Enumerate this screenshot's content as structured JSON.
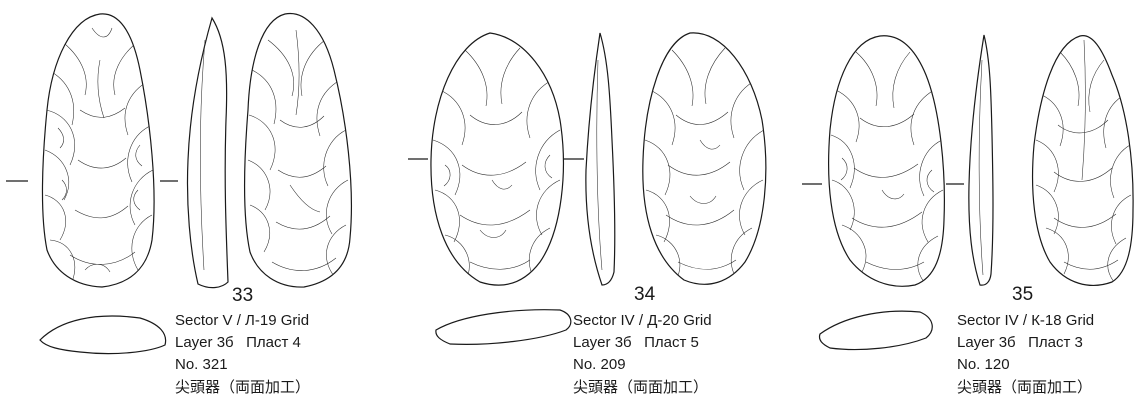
{
  "artifacts": [
    {
      "number": "33",
      "sector": "Sector V / Л-19 Grid",
      "layer": "Layer 3б   Пласт 4",
      "catalog": "No. 321",
      "type": "尖頭器（両面加工）"
    },
    {
      "number": "34",
      "sector": "Sector IV / Д-20 Grid",
      "layer": "Layer 3б   Пласт 5",
      "catalog": "No. 209",
      "type": "尖頭器（両面加工）"
    },
    {
      "number": "35",
      "sector": "Sector IV / К-18 Grid",
      "layer": "Layer 3б   Пласт 3",
      "catalog": "No. 120",
      "type": "尖頭器（両面加工）"
    }
  ]
}
